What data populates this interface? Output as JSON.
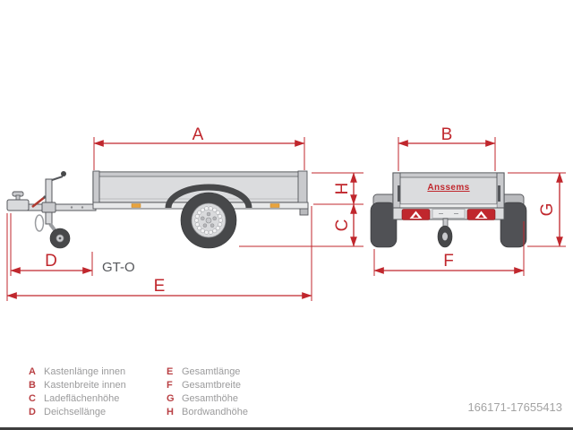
{
  "diagram": {
    "dims": {
      "A": "A",
      "B": "B",
      "C": "C",
      "D": "D",
      "E": "E",
      "F": "F",
      "G": "G",
      "H": "H"
    },
    "side_view": {
      "model_label": "GT-O"
    },
    "rear_view": {
      "brand_logo": "Anssems"
    },
    "colors": {
      "dimension_red": "#c0272d",
      "body_gray": "#dbdcde",
      "dark_gray": "#47484a",
      "marker_orange": "#e8a33d"
    }
  },
  "legend": {
    "items": [
      {
        "key": "A",
        "label": "Kastenlänge innen"
      },
      {
        "key": "B",
        "label": "Kastenbreite innen"
      },
      {
        "key": "C",
        "label": "Ladeflächenhöhe"
      },
      {
        "key": "D",
        "label": "Deichsellänge"
      },
      {
        "key": "E",
        "label": "Gesamtlänge"
      },
      {
        "key": "F",
        "label": "Gesamtbreite"
      },
      {
        "key": "G",
        "label": "Gesamthöhe"
      },
      {
        "key": "H",
        "label": "Bordwandhöhe"
      }
    ]
  },
  "footer": {
    "listing_id": "166171-17655413"
  }
}
